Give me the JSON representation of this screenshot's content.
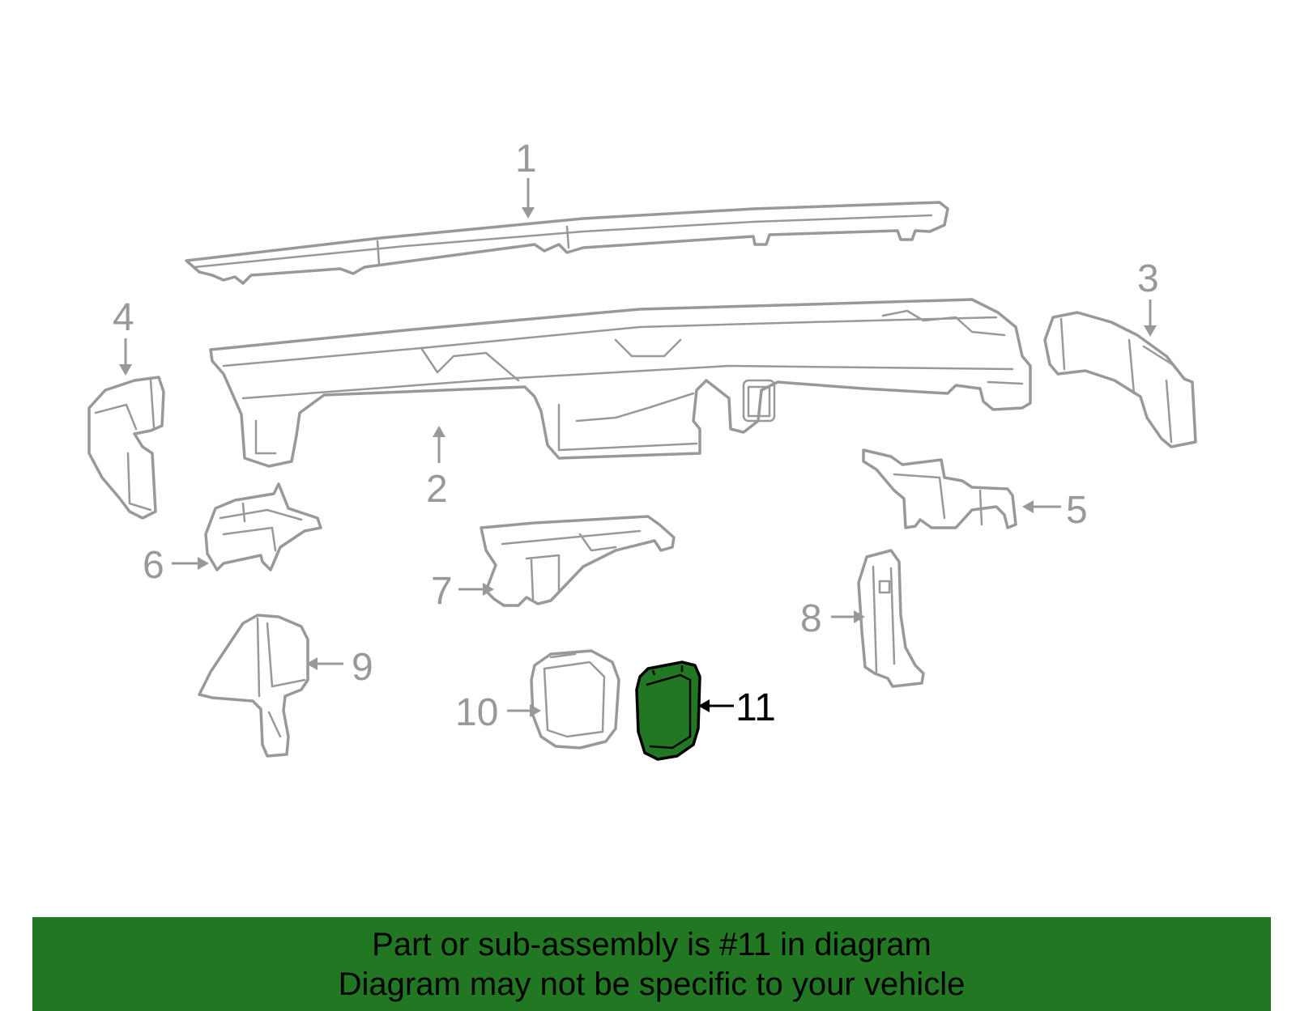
{
  "highlight_color": "#227722",
  "callouts": {
    "c1": "1",
    "c2": "2",
    "c3": "3",
    "c4": "4",
    "c5": "5",
    "c6": "6",
    "c7": "7",
    "c8": "8",
    "c9": "9",
    "c10": "10",
    "c11": "11"
  },
  "highlighted_part": "11",
  "banner": {
    "line1": "Part or sub-assembly is #11 in diagram",
    "line2": "Diagram may not be specific to your vehicle"
  }
}
